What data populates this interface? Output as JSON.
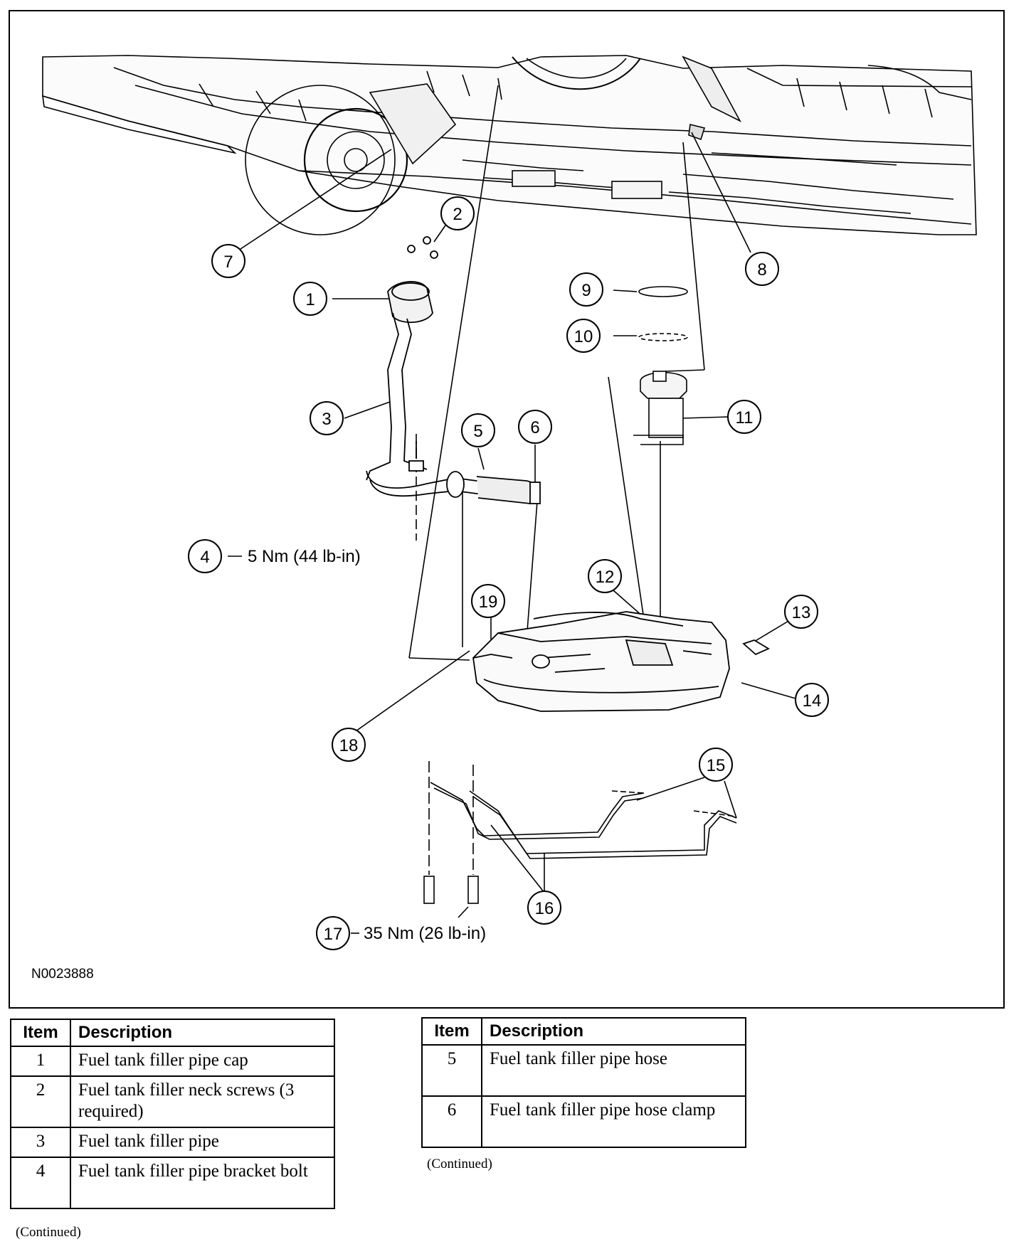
{
  "figure": {
    "figure_id": "N0023888",
    "callouts": [
      "1",
      "2",
      "3",
      "4",
      "5",
      "6",
      "7",
      "8",
      "9",
      "10",
      "11",
      "12",
      "13",
      "14",
      "15",
      "16",
      "17",
      "18",
      "19"
    ],
    "torque_specs": {
      "item4": "5 Nm (44 lb-in)",
      "item17": "35 Nm (26 lb-in)"
    }
  },
  "legend_left": {
    "headers": {
      "item": "Item",
      "description": "Description"
    },
    "rows": [
      {
        "item": "1",
        "description": "Fuel tank filler pipe cap"
      },
      {
        "item": "2",
        "description": "Fuel tank filler neck screws (3 required)"
      },
      {
        "item": "3",
        "description": "Fuel tank filler pipe"
      },
      {
        "item": "4",
        "description": "Fuel tank filler pipe bracket bolt"
      }
    ],
    "continued": "(Continued)"
  },
  "legend_right": {
    "headers": {
      "item": "Item",
      "description": "Description"
    },
    "rows": [
      {
        "item": "5",
        "description": "Fuel tank filler pipe hose"
      },
      {
        "item": "6",
        "description": "Fuel tank filler pipe hose clamp"
      }
    ],
    "continued": "(Continued)"
  }
}
